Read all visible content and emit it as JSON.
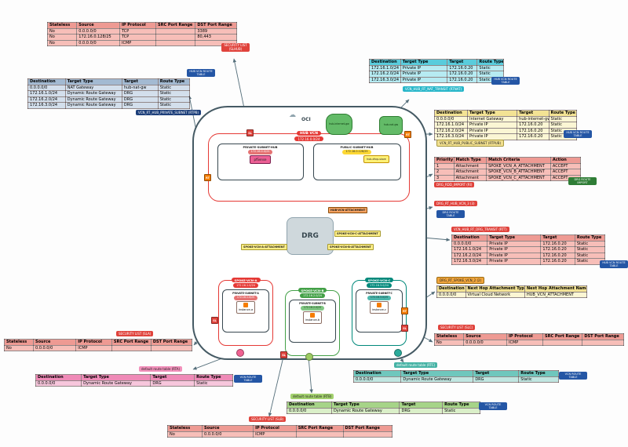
{
  "colors": {
    "hub_vcn": "#e53935",
    "spoke_a": "#e53935",
    "spoke_b": "#43a047",
    "spoke_c": "#00897b",
    "security_table": "#ee9a93",
    "route_badge_blue": "#2456a5"
  },
  "diagram": {
    "region_label": "OCI",
    "hub_vcn": {
      "name": "HUB VCN",
      "cidr": "172.16.0.0/24"
    },
    "private_subnet_hub": {
      "name": "PRIVATE-SUBNET-HUB",
      "cidr": "172.16.0.0/25",
      "instance": "pfSense"
    },
    "public_subnet_hub": {
      "name": "PUBLIC-SUBNET-HUB",
      "cidr": "172.16.0.128/25",
      "instance": "hub-dhcp-slave"
    },
    "internet_gw": "hub-internet-gw",
    "nat_gw": "hub-nat-gw",
    "drg": "DRG",
    "attachments": {
      "hub": "HUB-VCN-ATTACHMENT",
      "a": "SPOKE-VCN-A-ATTACHMENT",
      "b": "SPOKE-VCN-B-ATTACHMENT",
      "c": "SPOKE-VCN-C-ATTACHMENT"
    },
    "spokes": [
      {
        "name": "SPOKE-VCN-A",
        "cidr": "172.16.1.0/24",
        "subnet": "PRIVATE-SUBNET-A",
        "subnet_cidr": "172.16.1.0/25",
        "instance": "instance-a"
      },
      {
        "name": "SPOKE-VCN-B",
        "cidr": "172.16.2.0/24",
        "subnet": "PRIVATE-SUBNET-B",
        "subnet_cidr": "172.16.2.0/25",
        "instance": "instance-b"
      },
      {
        "name": "SPOKE-VCN-C",
        "cidr": "172.16.3.0/24",
        "subnet": "PRIVATE-SUBNET-C",
        "subnet_cidr": "172.16.3.0/25",
        "instance": "instance-c"
      }
    ],
    "markers": {
      "sl": "SL",
      "rt": "RT"
    }
  },
  "badges": {
    "rtpb": "VCN_RT_HUB_PRIVATE_SUBNET (RTPB)",
    "rtnat": "VCN_HUB_RT_NAT_TRANSIT (RTNAT)",
    "rtpub": "VCN_RT_HUB_PUBLIC_SUBNET (RTPUB)",
    "drg_import": "DRG_RDD_IMPORT (RI)",
    "drg_rt_hub": "DRG_RT_HUB_VCN_3 (3)",
    "rtt": "VCN_HUB_RT_DRG_TRANSIT (RTT)",
    "drg_rt_spoke": "DRG_RT_SPOKE_VCN_2 (2)",
    "rta": "default route table (RTA)",
    "rtb": "default route table (RTB)",
    "rtc": "default route table (RTC)",
    "hub_vcn_rt": "HUB VCN ROUTE TABLE",
    "vcn_rt": "VCN ROUTE TABLE",
    "drg_rt": "DRG ROUTE TABLE",
    "drg_import_badge": "DRG ROUTE IMPORT",
    "sl_hub": "SECURITY LIST (SLHUB)",
    "sl_a": "SECURITY LIST (SLA)",
    "sl_b": "SECURITY LIST (SLB)",
    "sl_c": "SECURITY LIST (SLC)"
  },
  "tables": {
    "sl_hub": {
      "headers": [
        "Stateless",
        "Source",
        "IP Protocol",
        "SRC Port Range",
        "DST Port Range"
      ],
      "rows": [
        [
          "No",
          "0.0.0.0/0",
          "TCP",
          "",
          "3389"
        ],
        [
          "No",
          "172.16.0.128/25",
          "TCP",
          "",
          "80,443"
        ],
        [
          "No",
          "0.0.0.0/0",
          "ICMP",
          "",
          ""
        ]
      ]
    },
    "rt_hub_private": {
      "headers": [
        "Destination",
        "Target Type",
        "Target",
        "Route Type"
      ],
      "rows": [
        [
          "0.0.0.0/0",
          "NAT Gateway",
          "hub-nat-gw",
          "Static"
        ],
        [
          "172.16.1.0/24",
          "Dynamic Route Gateway",
          "DRG",
          "Static"
        ],
        [
          "172.16.2.0/24",
          "Dynamic Route Gateway",
          "DRG",
          "Static"
        ],
        [
          "172.16.3.0/24",
          "Dynamic Route Gateway",
          "DRG",
          "Static"
        ]
      ]
    },
    "rt_nat_transit": {
      "headers": [
        "Destination",
        "Target Type",
        "Target",
        "Route Type"
      ],
      "rows": [
        [
          "172.16.1.0/24",
          "Private IP",
          "172.16.0.20",
          "Static"
        ],
        [
          "172.16.2.0/24",
          "Private IP",
          "172.16.0.20",
          "Static"
        ],
        [
          "172.16.3.0/24",
          "Private IP",
          "172.16.0.20",
          "Static"
        ]
      ]
    },
    "rt_hub_public": {
      "headers": [
        "Destination",
        "Target Type",
        "Target",
        "Route Type"
      ],
      "rows": [
        [
          "0.0.0.0/0",
          "Internet Gateway",
          "hub-internet-gw",
          "Static"
        ],
        [
          "172.16.1.0/24",
          "Private IP",
          "172.16.0.20",
          "Static"
        ],
        [
          "172.16.2.0/24",
          "Private IP",
          "172.16.0.20",
          "Static"
        ],
        [
          "172.16.3.0/24",
          "Private IP",
          "172.16.0.20",
          "Static"
        ]
      ]
    },
    "drg_import": {
      "headers": [
        "Priority",
        "Match Type",
        "Match Criteria",
        "Action"
      ],
      "rows": [
        [
          "1",
          "Attachment",
          "SPOKE_VCN_A_ATTACHMENT",
          "ACCEPT"
        ],
        [
          "2",
          "Attachment",
          "SPOKE_VCN_B_ATTACHMENT",
          "ACCEPT"
        ],
        [
          "3",
          "Attachment",
          "SPOKE_VCN_C_ATTACHMENT",
          "ACCEPT"
        ]
      ]
    },
    "rt_drg_transit": {
      "headers": [
        "Destination",
        "Target Type",
        "Target",
        "Route Type"
      ],
      "rows": [
        [
          "0.0.0.0/0",
          "Private IP",
          "172.16.0.20",
          "Static"
        ],
        [
          "172.16.1.0/24",
          "Private IP",
          "172.16.0.20",
          "Static"
        ],
        [
          "172.16.2.0/24",
          "Private IP",
          "172.16.0.20",
          "Static"
        ],
        [
          "172.16.3.0/24",
          "Private IP",
          "172.16.0.20",
          "Static"
        ]
      ]
    },
    "drg_rt_spoke": {
      "headers": [
        "Destination",
        "Next Hop Attachment Type",
        "Next Hop Attachment Name"
      ],
      "rows": [
        [
          "0.0.0.0/0",
          "Virtual Cloud Network",
          "HUB_VCN_ATTACHMENT"
        ]
      ]
    },
    "sl_c": {
      "headers": [
        "Stateless",
        "Source",
        "IP Protocol",
        "SRC Port Range",
        "DST Port Range"
      ],
      "rows": [
        [
          "No",
          "0.0.0.0/0",
          "ICMP",
          "",
          ""
        ]
      ]
    },
    "sl_a": {
      "headers": [
        "Stateless",
        "Source",
        "IP Protocol",
        "SRC Port Range",
        "DST Port Range"
      ],
      "rows": [
        [
          "No",
          "0.0.0.0/0",
          "ICMP",
          "",
          ""
        ]
      ]
    },
    "sl_b": {
      "headers": [
        "Stateless",
        "Source",
        "IP Protocol",
        "SRC Port Range",
        "DST Port Range"
      ],
      "rows": [
        [
          "No",
          "0.0.0.0/0",
          "ICMP",
          "",
          ""
        ]
      ]
    },
    "rta": {
      "headers": [
        "Destination",
        "Target Type",
        "Target",
        "Route Type"
      ],
      "rows": [
        [
          "0.0.0.0/0",
          "Dynamic Route Gateway",
          "DRG",
          "Static"
        ]
      ]
    },
    "rtb": {
      "headers": [
        "Destination",
        "Target Type",
        "Target",
        "Route Type"
      ],
      "rows": [
        [
          "0.0.0.0/0",
          "Dynamic Route Gateway",
          "DRG",
          "Static"
        ]
      ]
    },
    "rtc": {
      "headers": [
        "Destination",
        "Target Type",
        "Target",
        "Route Type"
      ],
      "rows": [
        [
          "0.0.0.0/0",
          "Dynamic Route Gateway",
          "DRG",
          "Static"
        ]
      ]
    }
  }
}
